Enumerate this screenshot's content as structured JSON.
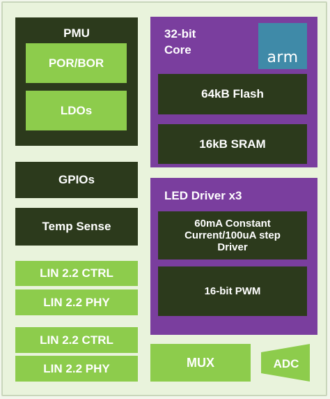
{
  "pmu": {
    "title": "PMU",
    "blocks": [
      "POR/BOR",
      "LDOs"
    ]
  },
  "gpios": "GPIOs",
  "temp_sense": "Temp Sense",
  "lin_group_1": [
    "LIN 2.2 CTRL",
    "LIN 2.2 PHY"
  ],
  "lin_group_2": [
    "LIN 2.2 CTRL",
    "LIN 2.2 PHY"
  ],
  "core": {
    "title_line1": "32-bit",
    "title_line2": "Core",
    "logo_text": "arm",
    "memory": [
      "64kB Flash",
      "16kB SRAM"
    ]
  },
  "led_driver": {
    "title": "LED Driver x3",
    "driver_lines": [
      "60mA Constant",
      "Current/100uA step",
      "Driver"
    ],
    "pwm": "16-bit PWM"
  },
  "mux": "MUX",
  "adc": "ADC",
  "colors": {
    "dark_block": "#2c3a1c",
    "light_block": "#8dcc4c",
    "purple_group": "#7a3e9e",
    "arm_logo": "#3f8aa8",
    "background": "#e9f3dc"
  }
}
